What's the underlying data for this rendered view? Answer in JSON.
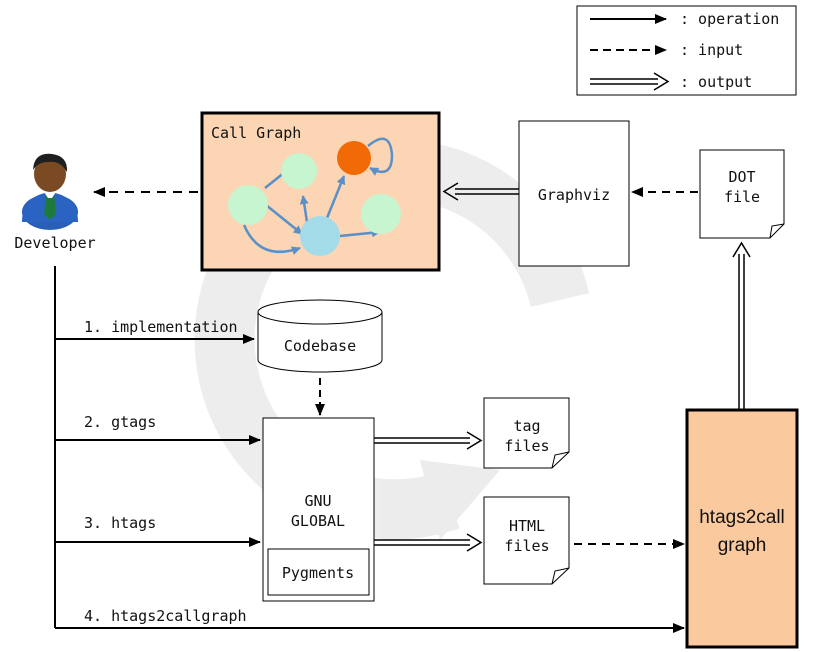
{
  "legend": {
    "operation": ": operation",
    "input": ": input",
    "output": ": output"
  },
  "developer": {
    "label": "Developer"
  },
  "call_graph": {
    "title": "Call Graph"
  },
  "graphviz": {
    "label": "Graphviz"
  },
  "dot_file": {
    "line1": "DOT",
    "line2": "file"
  },
  "codebase": {
    "label": "Codebase"
  },
  "gnu_global": {
    "line1": "GNU",
    "line2": "GLOBAL"
  },
  "pygments": {
    "label": "Pygments"
  },
  "tag_files": {
    "line1": "tag",
    "line2": "files"
  },
  "html_files": {
    "line1": "HTML",
    "line2": "files"
  },
  "htags2callgraph": {
    "line1": "htags2call",
    "line2": "graph"
  },
  "steps": [
    {
      "label": "1. implementation"
    },
    {
      "label": "2. gtags"
    },
    {
      "label": "3. htags"
    },
    {
      "label": "4. htags2callgraph"
    }
  ],
  "colors": {
    "call_graph_bg": "#fcd5b4",
    "htags2callgraph_bg": "#fbc99e",
    "node_green": "#c6f5cf",
    "node_blue": "#a4dbe8",
    "node_orange": "#f26a06",
    "edge_blue": "#5b8fc7"
  }
}
